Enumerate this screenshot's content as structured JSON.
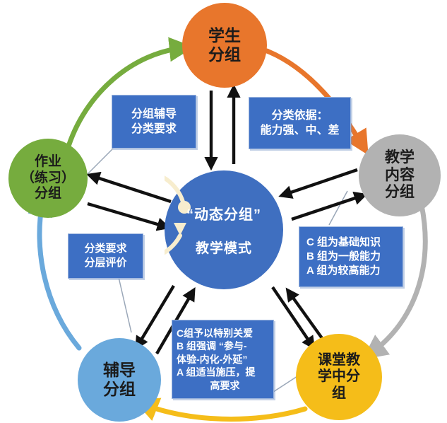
{
  "diagram": {
    "title_center_line1": "“动态分组”",
    "title_center_line2": "教学模式",
    "nodes": [
      {
        "id": "students",
        "label_lines": [
          "学生",
          "分组"
        ],
        "color": "#e8762c"
      },
      {
        "id": "content",
        "label_lines": [
          "教学",
          "内容",
          "分组"
        ],
        "color": "#b2b2b2"
      },
      {
        "id": "classroom",
        "label_lines": [
          "课堂教",
          "学中分",
          "组"
        ],
        "color": "#f5bd19"
      },
      {
        "id": "tutoring",
        "label_lines": [
          "辅导",
          "分组"
        ],
        "color": "#6aa9dc"
      },
      {
        "id": "homework",
        "label_lines": [
          "作业",
          "（练习）",
          "分组"
        ],
        "color": "#76ac3e"
      }
    ],
    "boxes": [
      {
        "id": "box-grouping-guidance",
        "lines": [
          "分组辅导",
          "分类要求"
        ]
      },
      {
        "id": "box-classification-basis",
        "lines": [
          "分类依据：",
          "能力强、中、差"
        ]
      },
      {
        "id": "box-content-levels",
        "lines": [
          "C 组为基础知识",
          "B 组为一般能力",
          "A 组为较高能力"
        ]
      },
      {
        "id": "box-evaluation",
        "lines": [
          "分类要求",
          "分层评价"
        ]
      },
      {
        "id": "box-classroom-strategy",
        "lines": [
          "C组予以特别关爱",
          "B 组强调 “参与-",
          "体验-内化-外延”",
          "A 组适当施压，提",
          "高要求"
        ]
      }
    ],
    "arc_colors": {
      "homework_to_students": "#76ac3e",
      "students_to_content": "#e8762c",
      "content_to_classroom": "#b2b2b2",
      "classroom_to_tutoring": "#f5bd19",
      "tutoring_to_homework": "#6aa9dc"
    },
    "center_color": "#3f6fc0",
    "box_color": "#3d6fc4",
    "arrow_color": "#111111"
  }
}
